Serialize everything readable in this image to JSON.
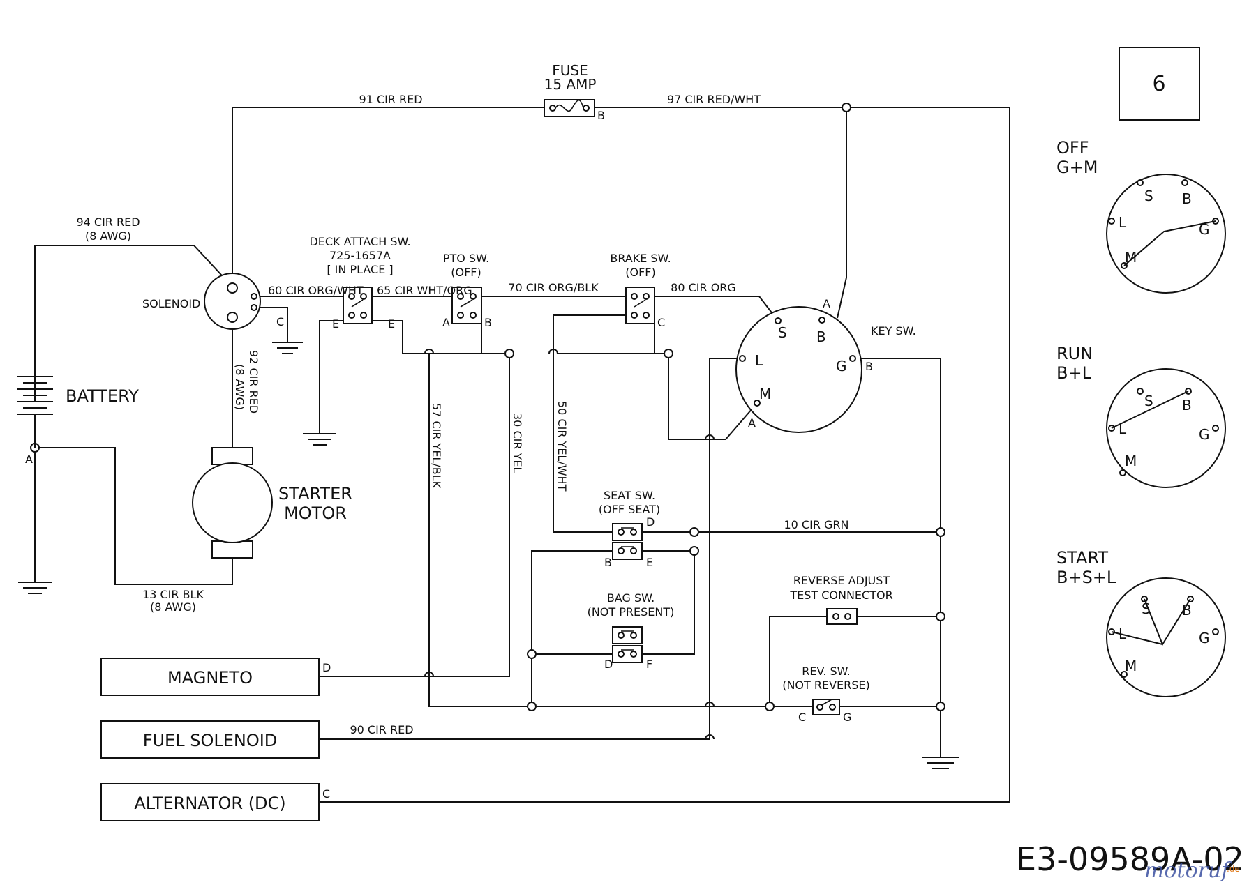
{
  "page_number": "6",
  "drawing_code": "E3-09589A-02",
  "watermark": {
    "text": "motoruf",
    "suffix": ".de",
    "color": "#3a4fa0",
    "accent": "#e07a1a"
  },
  "fuse": {
    "title": "FUSE",
    "rating": "15 AMP",
    "terminal_b": "B"
  },
  "wires": {
    "w91": "91 CIR RED",
    "w97": "97 CIR RED/WHT",
    "w94": "94 CIR RED",
    "w94_gauge": "(8 AWG)",
    "w60": "60 CIR ORG/WHT",
    "w65": "65 CIR WHT/ORG",
    "w70": "70 CIR ORG/BLK",
    "w80": "80 CIR ORG",
    "w92": "92 CIR RED",
    "w92_gauge": "(8 AWG)",
    "w57": "57 CIR YEL/BLK",
    "w30": "30 CIR YEL",
    "w50": "50 CIR YEL/WHT",
    "w10": "10 CIR GRN",
    "w13": "13 CIR BLK",
    "w13_gauge": "(8 AWG)",
    "w90": "90 CIR RED"
  },
  "components": {
    "solenoid": "SOLENOID",
    "battery": "BATTERY",
    "starter_l1": "STARTER",
    "starter_l2": "MOTOR",
    "deck_l1": "DECK ATTACH SW.",
    "deck_l2": "725-1657A",
    "deck_l3": "[ IN PLACE ]",
    "pto_l1": "PTO SW.",
    "pto_l2": "(OFF)",
    "brake_l1": "BRAKE SW.",
    "brake_l2": "(OFF)",
    "key_sw": "KEY SW.",
    "seat_l1": "SEAT SW.",
    "seat_l2": "(OFF SEAT)",
    "bag_l1": "BAG SW.",
    "bag_l2": "(NOT PRESENT)",
    "revadj_l1": "REVERSE ADJUST",
    "revadj_l2": "TEST CONNECTOR",
    "rev_l1": "REV. SW.",
    "rev_l2": "(NOT REVERSE)",
    "magneto": "MAGNETO",
    "fuel_solenoid": "FUEL SOLENOID",
    "alternator": "ALTERNATOR (DC)"
  },
  "terminals": {
    "A": "A",
    "B": "B",
    "C": "C",
    "D": "D",
    "E": "E",
    "F": "F",
    "G": "G",
    "L": "L",
    "M": "M",
    "S": "S"
  },
  "key_positions": [
    {
      "state": "OFF",
      "connection": "G+M"
    },
    {
      "state": "RUN",
      "connection": "B+L"
    },
    {
      "state": "START",
      "connection": "B+S+L"
    }
  ]
}
